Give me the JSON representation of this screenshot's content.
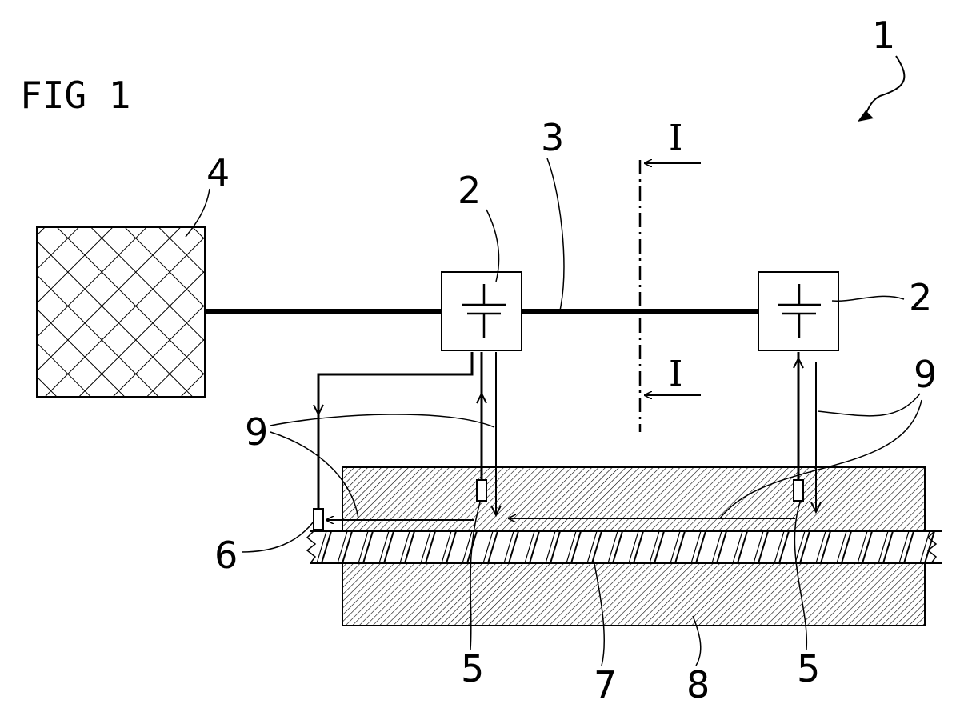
{
  "figure": {
    "title": "FIG 1",
    "section_marker": "I",
    "reference_numerals": {
      "system": "1",
      "unit": "2",
      "line": "3",
      "block": "4",
      "sensor": "5",
      "end_sensor": "6",
      "rod": "7",
      "housing": "8",
      "signal_lines": "9"
    }
  }
}
